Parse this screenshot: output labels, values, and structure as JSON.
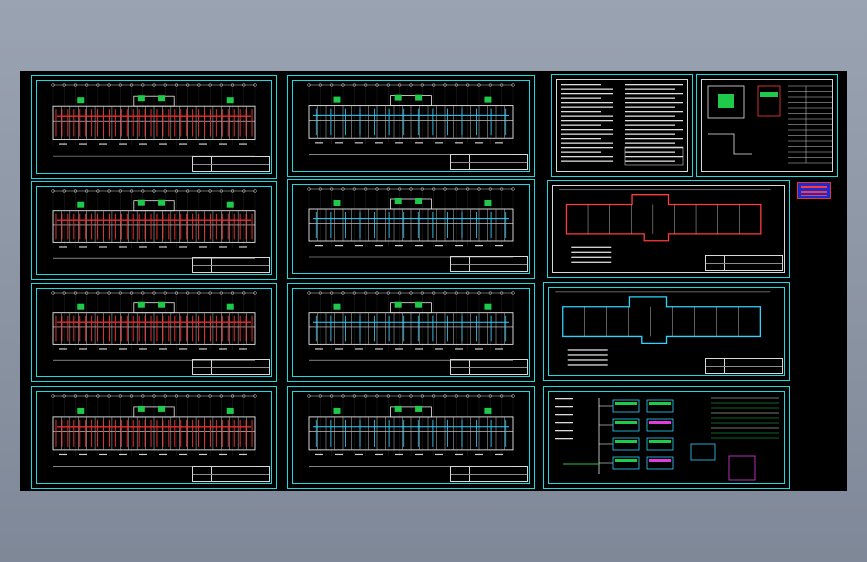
{
  "viewer": {
    "background_color": "#8f98a6",
    "canvas_color": "#000000",
    "frame_color": "#1ed8e0"
  },
  "sheets": [
    {
      "id": "floor-plan-1",
      "kind": "plan-red",
      "accent": "#e33030"
    },
    {
      "id": "floor-plan-2",
      "kind": "plan-red",
      "accent": "#e33030"
    },
    {
      "id": "floor-plan-3",
      "kind": "plan-red",
      "accent": "#e33030"
    },
    {
      "id": "floor-plan-4",
      "kind": "plan-red",
      "accent": "#e33030"
    },
    {
      "id": "floor-plan-5",
      "kind": "plan-cyan",
      "accent": "#2fd3ff"
    },
    {
      "id": "floor-plan-6",
      "kind": "plan-cyan",
      "accent": "#2fd3ff"
    },
    {
      "id": "floor-plan-7",
      "kind": "plan-cyan",
      "accent": "#2fd3ff"
    },
    {
      "id": "floor-plan-8",
      "kind": "plan-cyan",
      "accent": "#2fd3ff"
    },
    {
      "id": "notes-sheet",
      "kind": "notes",
      "accent": "#ffffff"
    },
    {
      "id": "detail-sheet",
      "kind": "detail",
      "accent": "#ffffff"
    },
    {
      "id": "elevation-sheet",
      "kind": "outline-red",
      "accent": "#ff3b3b"
    },
    {
      "id": "roof-sheet",
      "kind": "outline-cyan",
      "accent": "#2fd3ff"
    },
    {
      "id": "schematic-sheet",
      "kind": "schematic",
      "accent": "#2fd3ff"
    }
  ],
  "legend_swatch": {
    "fill": "#1b2bd0",
    "stroke": "#e83232"
  }
}
